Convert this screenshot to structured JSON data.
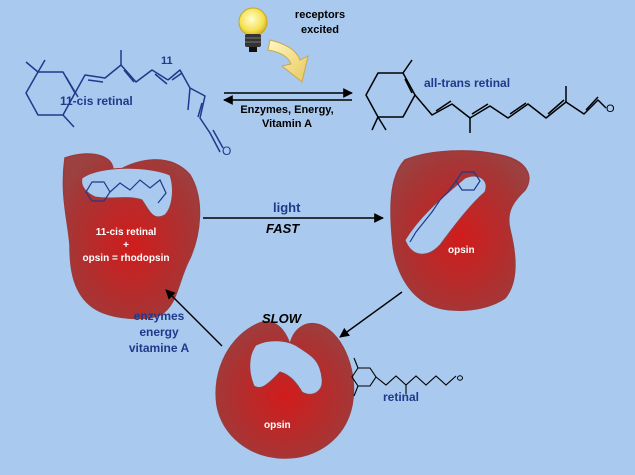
{
  "top": {
    "bulb_label_line1": "receptors",
    "bulb_label_line2": "excited",
    "cis_label": "11-cis retinal",
    "carbon_number": "11",
    "trans_label": "all-trans retinal",
    "reverse_line1": "Enzymes, Energy,",
    "reverse_line2": "Vitamin A",
    "oxygen": "O"
  },
  "cycle": {
    "light_label": "light",
    "fast_label": "FAST",
    "slow_label": "SLOW",
    "enzymes_line1": "enzymes",
    "enzymes_line2": "energy",
    "enzymes_line3": "vitamine A",
    "rhodopsin_line1": "11-cis retinal",
    "rhodopsin_line2": "+",
    "rhodopsin_line3": "opsin = rhodopsin",
    "opsin_right": "opsin",
    "opsin_bottom": "opsin",
    "free_retinal": "retinal"
  },
  "colors": {
    "background": "#a9c9ef",
    "protein_core": "#d11c1c",
    "protein_edge": "#9c3a3a",
    "molecule": "#1f3a8a"
  }
}
